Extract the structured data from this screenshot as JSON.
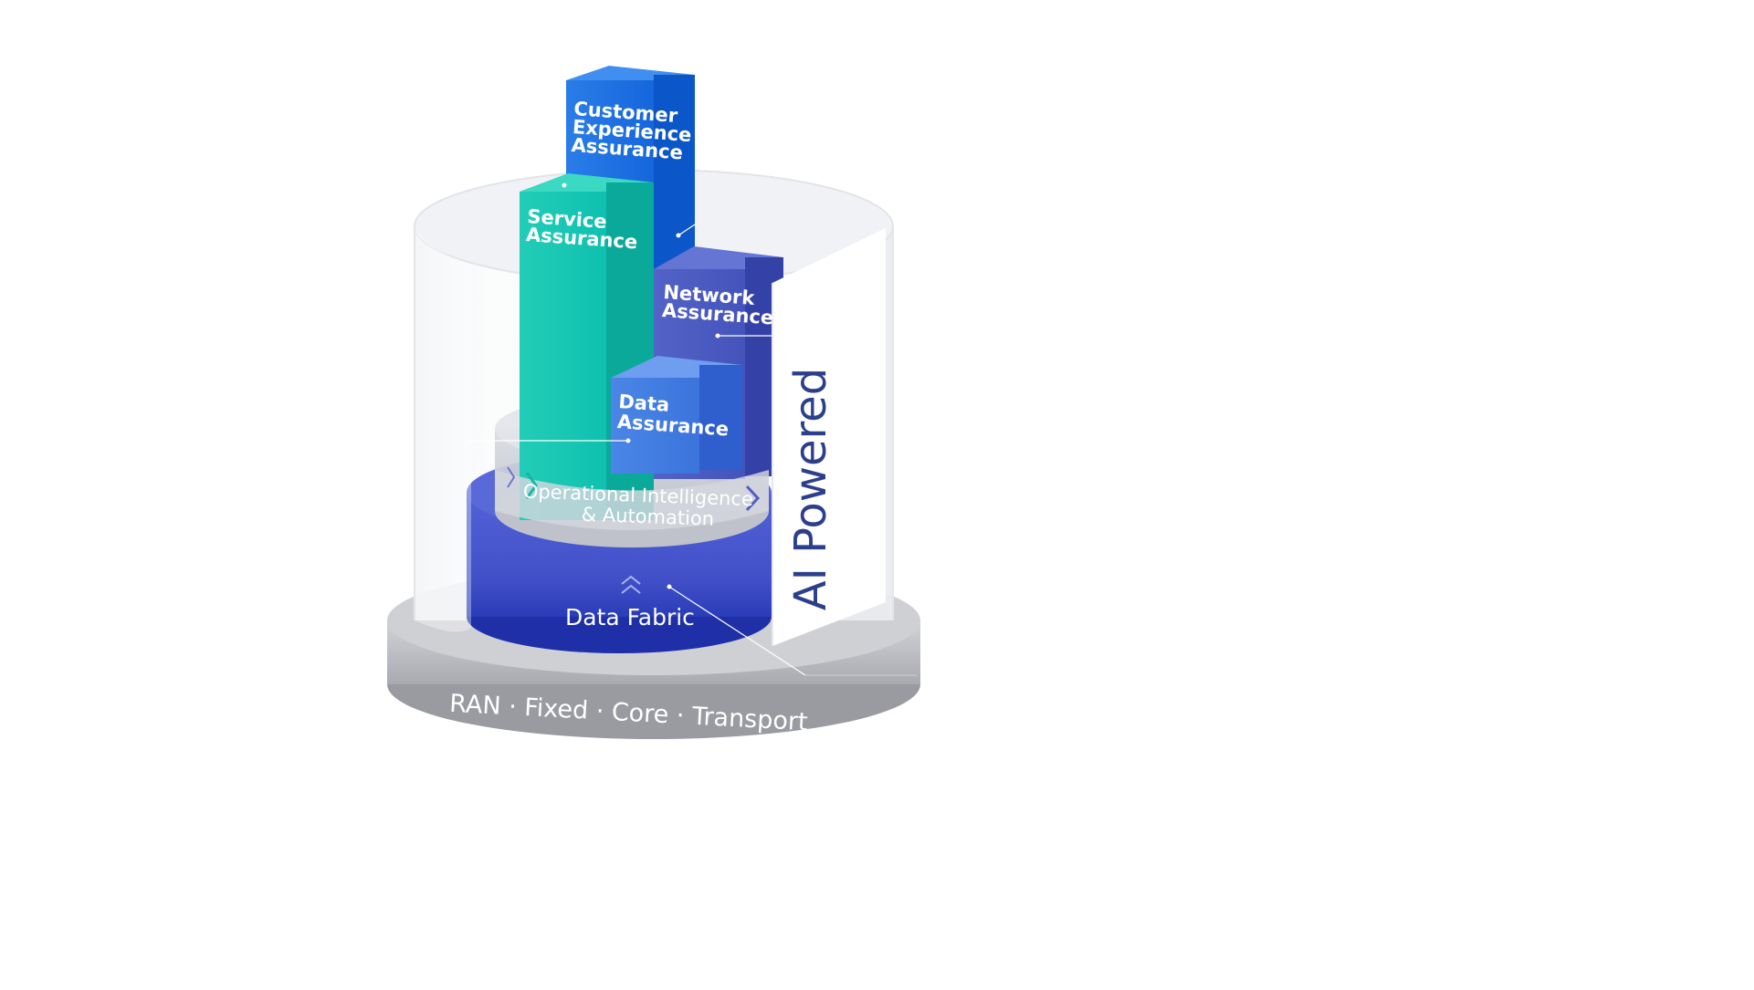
{
  "diagram": {
    "bars": {
      "customer_experience": [
        "Customer",
        "Experience",
        "Assurance"
      ],
      "service": [
        "Service",
        "Assurance"
      ],
      "network": [
        "Network",
        "Assurance"
      ],
      "data": [
        "Data",
        "Assurance"
      ]
    },
    "operational_layer": [
      "Operational Intelligence",
      "& Automation"
    ],
    "data_fabric": "Data Fabric",
    "ai_powered": "AI Powered",
    "base_layer": "RAN · Fixed · Core · Transport"
  },
  "colors": {
    "customer_experience": "#1f6fe0",
    "service": "#19c7b4",
    "network": "#4a5ac4",
    "data": "#3d7be0",
    "data_fabric": "#4b5bd2",
    "ai_powered_text": "#2c3f8c",
    "base_disc": "#b5b6bb"
  }
}
